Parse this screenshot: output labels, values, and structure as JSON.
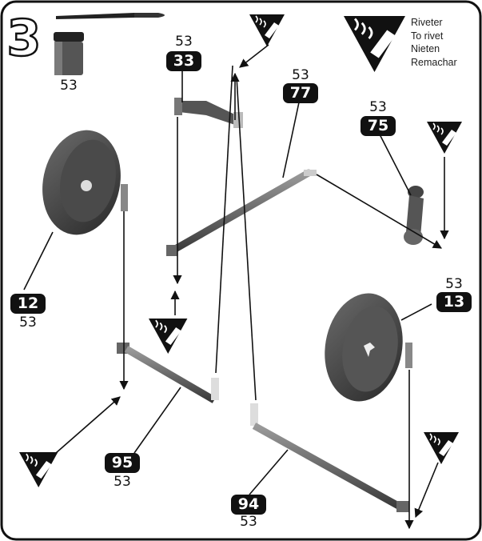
{
  "step": {
    "number": "3"
  },
  "paint": {
    "code": "53",
    "icon": "paint-pot-icon",
    "brush_icon": "paintbrush-icon"
  },
  "legend": {
    "icon": "riveting-tool-icon",
    "lines": [
      "Riveter",
      "To rivet",
      "Nieten",
      "Remachar"
    ]
  },
  "parts": [
    {
      "id": "33",
      "paint": "53"
    },
    {
      "id": "77",
      "paint": "53"
    },
    {
      "id": "75",
      "paint": "53"
    },
    {
      "id": "12",
      "paint": "53"
    },
    {
      "id": "13",
      "paint": "53"
    },
    {
      "id": "95",
      "paint": "53"
    },
    {
      "id": "94",
      "paint": "53"
    }
  ]
}
